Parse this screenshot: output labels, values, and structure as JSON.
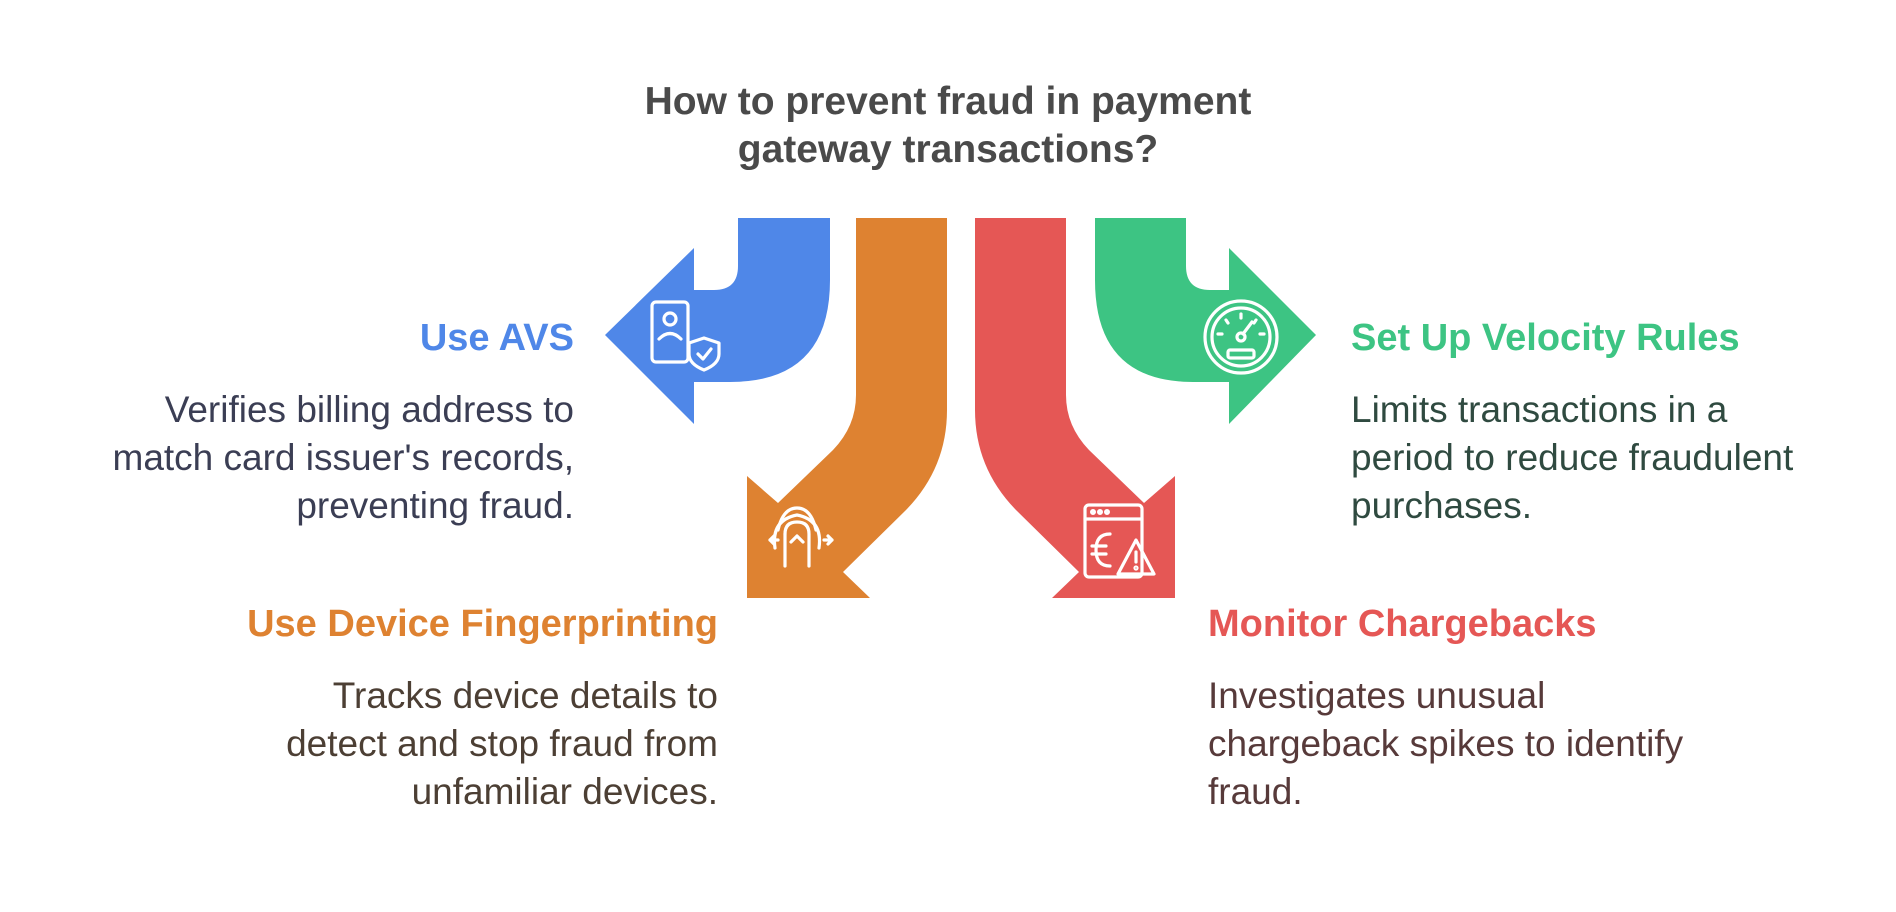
{
  "title_lines": [
    "How to prevent fraud in payment",
    "gateway transactions?"
  ],
  "colors": {
    "blue": "#4F87E8",
    "orange": "#DE8231",
    "red": "#E55755",
    "green": "#3DC483",
    "title": "#4a4a4a"
  },
  "items": [
    {
      "heading": "Use AVS",
      "description_lines": [
        "Verifies billing address to",
        "match card issuer's records,",
        "preventing fraud."
      ],
      "heading_color": "#4F87E8",
      "text_color": "#3b3e54",
      "icon": "id-card-check-icon"
    },
    {
      "heading": "Use Device Fingerprinting",
      "description_lines": [
        "Tracks device details to",
        "detect and stop fraud from",
        "unfamiliar devices."
      ],
      "heading_color": "#DE8231",
      "text_color": "#4c3f34",
      "icon": "fingerprint-touch-icon"
    },
    {
      "heading": "Monitor Chargebacks",
      "description_lines": [
        "Investigates unusual",
        "chargeback spikes to identify",
        "fraud."
      ],
      "heading_color": "#E55755",
      "text_color": "#573a3a",
      "icon": "euro-alert-window-icon"
    },
    {
      "heading": "Set Up Velocity Rules",
      "description_lines": [
        "Limits transactions in a",
        "period to reduce fraudulent",
        "purchases."
      ],
      "heading_color": "#3DC483",
      "text_color": "#2f4a40",
      "icon": "speedometer-icon"
    }
  ]
}
